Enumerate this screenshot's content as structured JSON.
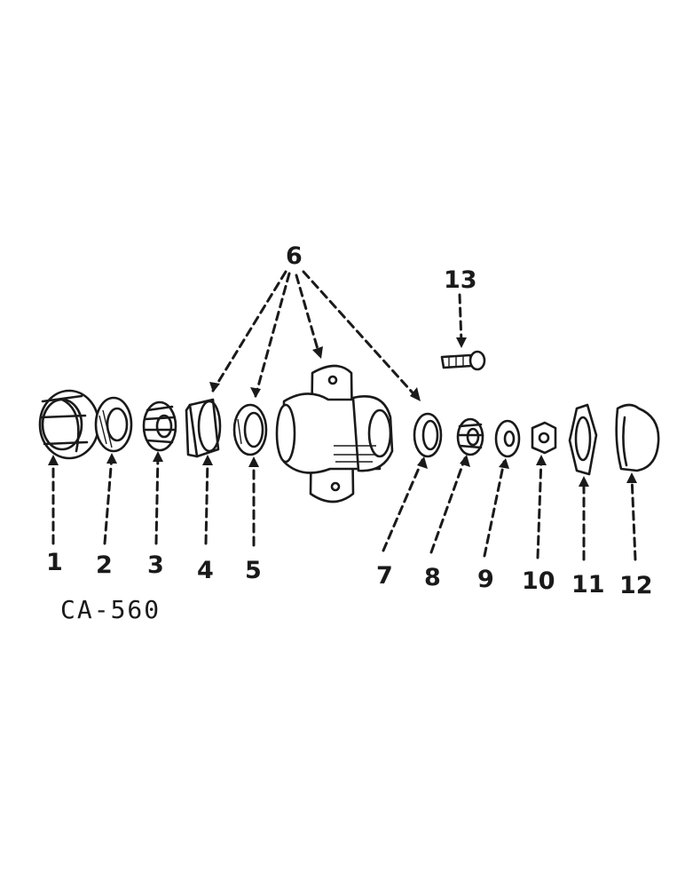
{
  "diagram": {
    "drawing_code": "CA-560",
    "callouts": [
      "1",
      "2",
      "3",
      "4",
      "5",
      "6",
      "7",
      "8",
      "9",
      "10",
      "11",
      "12",
      "13"
    ],
    "parts": [
      {
        "callout": "1",
        "icon": "grease-cap-cup-icon"
      },
      {
        "callout": "2",
        "icon": "oil-seal-icon"
      },
      {
        "callout": "3",
        "icon": "tapered-roller-bearing-cone-icon"
      },
      {
        "callout": "4",
        "icon": "bearing-cup-flanged-icon"
      },
      {
        "callout": "5",
        "icon": "bearing-cup-icon"
      },
      {
        "callout": "6",
        "icon": "wheel-hub-icon"
      },
      {
        "callout": "7",
        "icon": "bearing-cup-outer-icon"
      },
      {
        "callout": "8",
        "icon": "bearing-cone-outer-icon"
      },
      {
        "callout": "9",
        "icon": "washer-icon"
      },
      {
        "callout": "10",
        "icon": "nut-icon"
      },
      {
        "callout": "11",
        "icon": "gasket-icon"
      },
      {
        "callout": "12",
        "icon": "hub-cap-icon"
      },
      {
        "callout": "13",
        "icon": "wheel-bolt-icon"
      }
    ]
  }
}
